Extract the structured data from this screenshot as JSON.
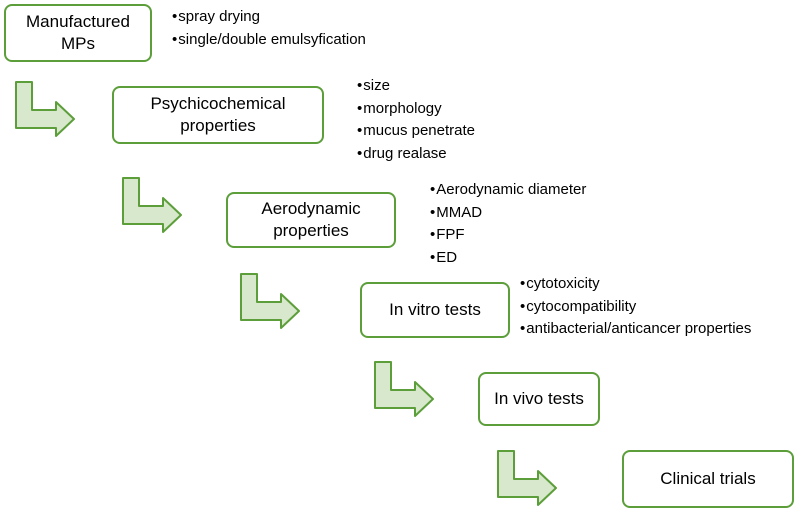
{
  "colors": {
    "box_border": "#5c9e3a",
    "arrow_fill": "#d7e8cc",
    "arrow_stroke": "#5c9e3a"
  },
  "steps": [
    {
      "label_lines": [
        "Manufactured",
        "MPs"
      ],
      "bullets": [
        "spray drying",
        "single/double emulsyfication"
      ]
    },
    {
      "label_lines": [
        "Psychicochemical",
        "properties"
      ],
      "bullets": [
        "size",
        "morphology",
        "mucus penetrate",
        "drug realase"
      ]
    },
    {
      "label_lines": [
        "Aerodynamic",
        "properties"
      ],
      "bullets": [
        "Aerodynamic diameter",
        "MMAD",
        "FPF",
        "ED"
      ]
    },
    {
      "label_lines": [
        "In vitro tests"
      ],
      "bullets": [
        "cytotoxicity",
        "cytocompatibility",
        "antibacterial/anticancer properties"
      ]
    },
    {
      "label_lines": [
        "In vivo tests"
      ],
      "bullets": []
    },
    {
      "label_lines": [
        "Clinical trials"
      ],
      "bullets": []
    }
  ]
}
